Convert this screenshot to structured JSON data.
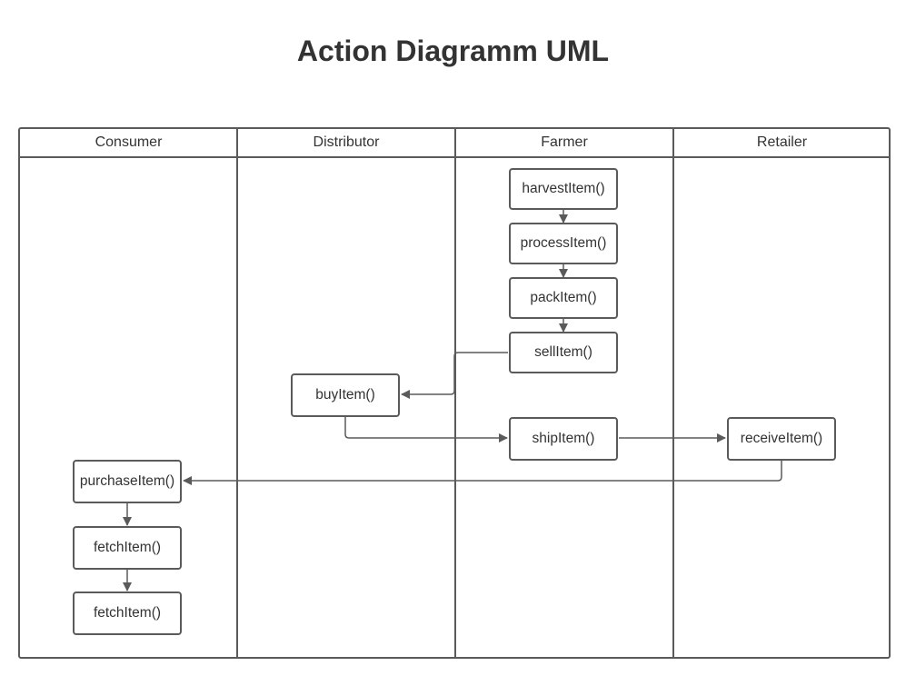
{
  "title": "Action Diagramm UML",
  "lanes": [
    "Consumer",
    "Distributor",
    "Farmer",
    "Retailer"
  ],
  "nodes": {
    "harvest": "harvestItem()",
    "process": "processItem()",
    "pack": "packItem()",
    "sell": "sellItem()",
    "buy": "buyItem()",
    "ship": "shipItem()",
    "receive": "receiveItem()",
    "purchase": "purchaseItem()",
    "fetch1": "fetchItem()",
    "fetch2": "fetchItem()"
  },
  "colors": {
    "line": "#5a5a5a",
    "text": "#333333",
    "background": "#ffffff"
  }
}
